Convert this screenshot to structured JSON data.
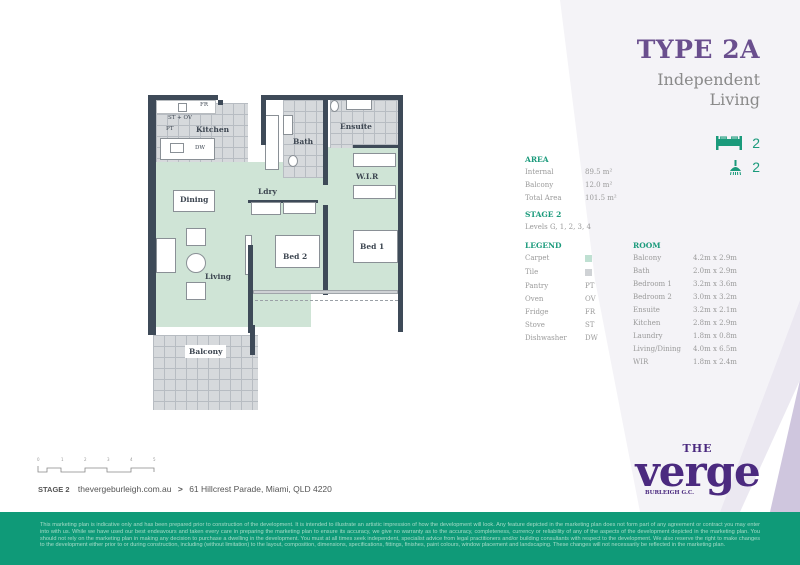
{
  "header": {
    "type_label": "TYPE 2A",
    "subtitle_line1": "Independent",
    "subtitle_line2": "Living"
  },
  "features": {
    "bedrooms": {
      "icon": "bed-icon",
      "count": "2"
    },
    "bathrooms": {
      "icon": "shower-icon",
      "count": "2"
    }
  },
  "area": {
    "heading": "AREA",
    "rows": [
      {
        "label": "Internal",
        "value": "89.5 m²"
      },
      {
        "label": "Balcony",
        "value": "12.0 m²"
      },
      {
        "label": "Total Area",
        "value": "101.5 m²"
      }
    ]
  },
  "stage": {
    "heading": "STAGE 2",
    "levels": "Levels G, 1, 2, 3, 4"
  },
  "legend": {
    "heading": "LEGEND",
    "rows": [
      {
        "label": "Carpet",
        "value": "",
        "swatch": "#bfe0d2"
      },
      {
        "label": "Tile",
        "value": "",
        "swatch": "#cfd2d5"
      },
      {
        "label": "Pantry",
        "value": "PT"
      },
      {
        "label": "Oven",
        "value": "OV"
      },
      {
        "label": "Fridge",
        "value": "FR"
      },
      {
        "label": "Stove",
        "value": "ST"
      },
      {
        "label": "Dishwasher",
        "value": "DW"
      }
    ]
  },
  "rooms": {
    "heading": "ROOM",
    "rows": [
      {
        "label": "Balcony",
        "value": "4.2m x 2.9m"
      },
      {
        "label": "Bath",
        "value": "2.0m x 2.9m"
      },
      {
        "label": "Bedroom 1",
        "value": "3.2m x 3.6m"
      },
      {
        "label": "Bedroom 2",
        "value": "3.0m x 3.2m"
      },
      {
        "label": "Ensuite",
        "value": "3.2m x 2.1m"
      },
      {
        "label": "Kitchen",
        "value": "2.8m x 2.9m"
      },
      {
        "label": "Laundry",
        "value": "1.8m x 0.8m"
      },
      {
        "label": "Living/Dining",
        "value": "4.0m x 6.5m"
      },
      {
        "label": "WIR",
        "value": "1.8m x 2.4m"
      }
    ]
  },
  "plan_labels": {
    "kitchen": "Kitchen",
    "bath": "Bath",
    "ensuite": "Ensuite",
    "wir": "W.I.R",
    "dining": "Dining",
    "laundry": "Ldry",
    "living": "Living",
    "bed2": "Bed 2",
    "bed1": "Bed 1",
    "balcony": "Balcony",
    "fr": "FR",
    "st_ov": "ST + OV",
    "pt": "PT",
    "dw": "DW"
  },
  "scale_bar": {
    "ticks": [
      "0",
      "1",
      "2",
      "3",
      "4",
      "5"
    ]
  },
  "footer": {
    "stage": "STAGE 2",
    "website": "thevergeburleigh.com.au",
    "separator": ">",
    "address": "61 Hillcrest Parade, Miami, QLD 4220"
  },
  "logo": {
    "the": "THE",
    "name": "verge",
    "tagline": "BURLEIGH G.C."
  },
  "disclaimer": "This marketing plan is indicative only and has been prepared prior to construction of the development. It is intended to illustrate an artistic impression of how the development will look. Any feature depicted in the marketing plan does not form part of any agreement or contract you may enter into with us. While we have used our best endeavours and taken every care in preparing the marketing plan to ensure its accuracy, we give no warranty as to the accuracy, completeness, currency or reliability of any of the aspects of the development depicted in the marketing plan. You should not rely on the marketing plan in making any decision to purchase a dwelling in the development. You must at all times seek independent, specialist advice from legal practitioners and/or building consultants with respect to the development. We also reserve the right to make changes to the development either prior to or during construction, including (without limitation) to the layout, composition, dimensions, specifications, fittings, finishes, paint colours, window placement and landscaping. These changes will not necessarily be reflected in the marketing plan.",
  "colors": {
    "brand_purple": "#6a4f8e",
    "logo_purple": "#4b2a7f",
    "accent_teal": "#1a9a7b",
    "footer_teal": "#0f9a78",
    "carpet": "#cfe4d6",
    "tile": "#d6d9dc",
    "wall": "#3e4a58"
  }
}
